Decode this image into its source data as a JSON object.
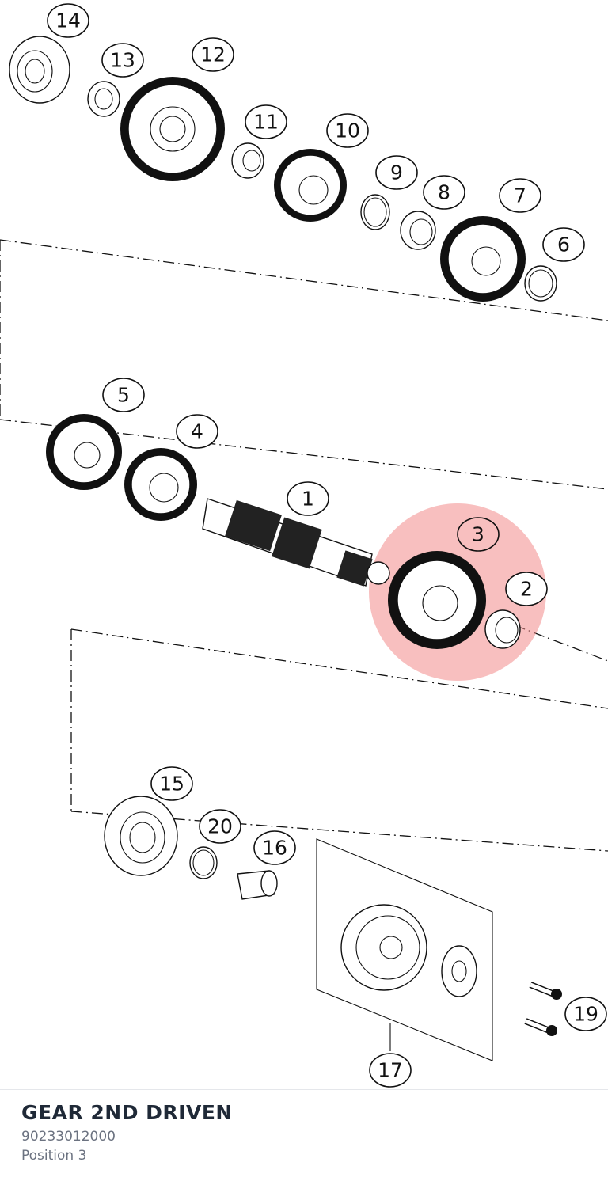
{
  "diagram": {
    "callouts": [
      "1",
      "2",
      "3",
      "4",
      "5",
      "6",
      "7",
      "8",
      "9",
      "10",
      "11",
      "12",
      "13",
      "14",
      "15",
      "16",
      "17",
      "19",
      "20"
    ],
    "highlight_color": "#f28b8b",
    "selected_callout": "3"
  },
  "footer": {
    "part_name": "GEAR 2ND DRIVEN",
    "part_number": "90233012000",
    "position": "Position 3"
  }
}
